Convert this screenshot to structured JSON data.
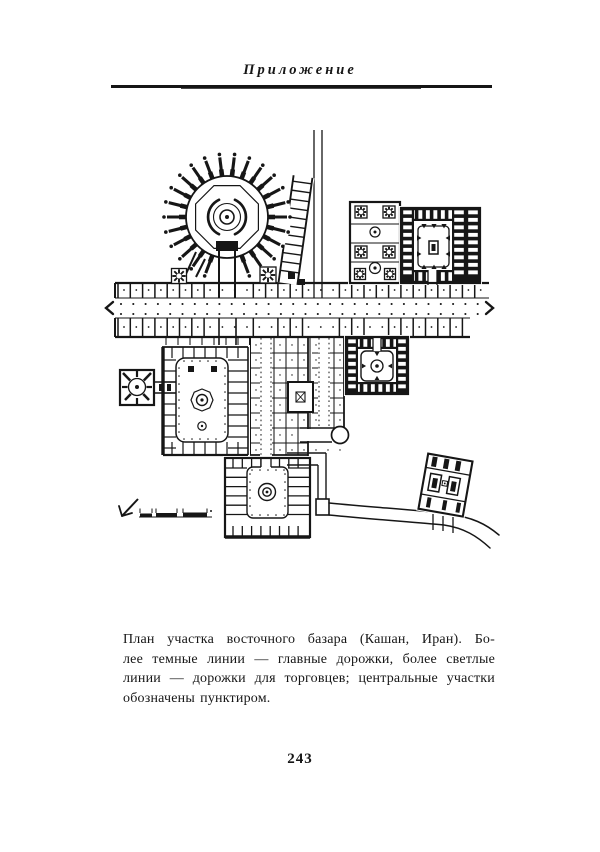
{
  "page": {
    "header": "Приложение",
    "caption": {
      "lines": [
        "План участка восточного базара (Кашан, Иран). Бо-",
        "лее темные линии — главные дорожки, более светлые",
        "линии — дорожки для торговцев; центральные участки",
        "обозначены пунктиром."
      ]
    },
    "page_number": "243"
  },
  "figure": {
    "type": "architectural-plan",
    "ink_color": "#161616",
    "paper_color": "#ffffff"
  }
}
